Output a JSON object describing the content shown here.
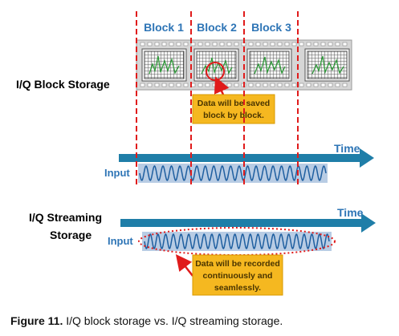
{
  "block_labels": [
    "Block 1",
    "Block 2",
    "Block 3"
  ],
  "block_storage_label": "I/Q Block Storage",
  "block_callout": [
    "Data will be saved",
    "block by block."
  ],
  "time_label_top": "Time",
  "input_label_top": "Input",
  "streaming_label": [
    "I/Q Streaming",
    "Storage"
  ],
  "time_label_bottom": "Time",
  "input_label_bottom": "Input",
  "streaming_callout": [
    "Data will be recorded",
    "continuously  and",
    "seamlessly."
  ],
  "caption": {
    "figure": "Figure 11.",
    "text": " I/Q block storage vs. I/Q streaming storage."
  },
  "colors": {
    "block_label": "#2e75b6",
    "heading": "#000000",
    "arrow": "#1f7ea8",
    "time": "#2e75b6",
    "input_band": "#b8cce4",
    "wave": "#1f5fa0",
    "callout_fill": "#f5b820",
    "callout_text": "#4a3500",
    "red": "#e01b1b"
  }
}
